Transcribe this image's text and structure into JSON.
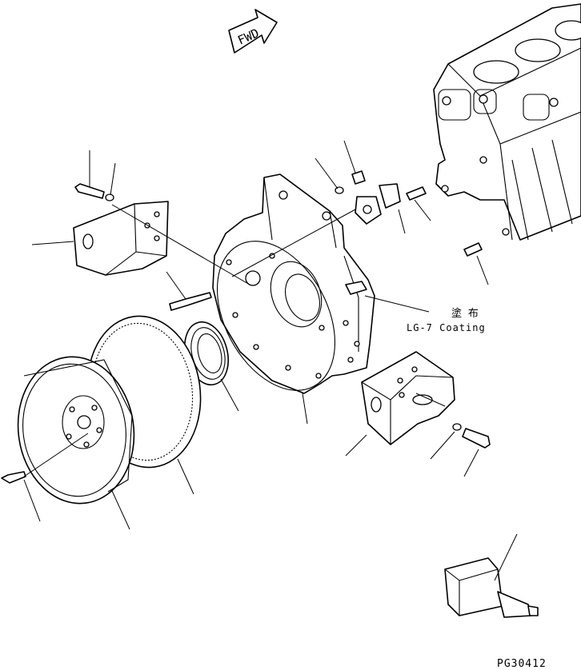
{
  "diagram": {
    "fwd_label": "FWD",
    "coating_label_jp": "塗 布",
    "coating_label_en": "LG-7 Coating",
    "figure_code": "PG30412"
  }
}
